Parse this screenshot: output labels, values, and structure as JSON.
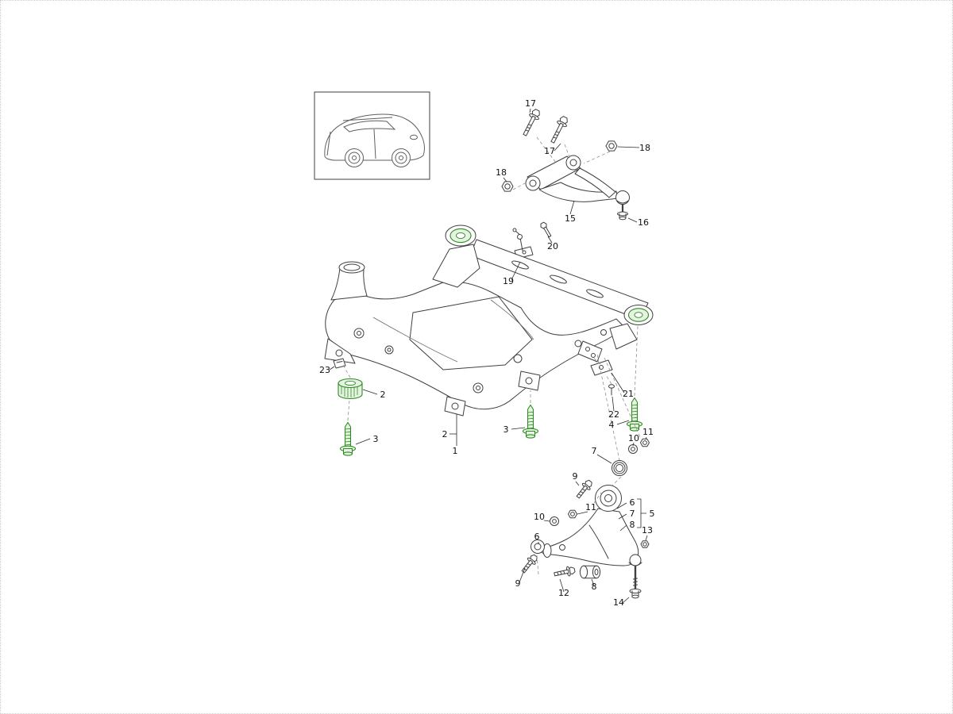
{
  "page": {
    "background": "#ffffff"
  },
  "diagram": {
    "kind": "exploded-parts-diagram",
    "subject": "front axle subframe with upper and lower control arms",
    "highlight_color": "#2e8b22",
    "highlight_fill": "#e7f3e2",
    "line_color": "#3f3f3f",
    "highlighted_refs": [
      "2",
      "3",
      "4"
    ]
  },
  "callouts": [
    {
      "label": "17"
    },
    {
      "label": "17"
    },
    {
      "label": "18"
    },
    {
      "label": "18"
    },
    {
      "label": "15"
    },
    {
      "label": "16"
    },
    {
      "label": "20"
    },
    {
      "label": "19"
    },
    {
      "label": "23"
    },
    {
      "label": "2"
    },
    {
      "label": "3"
    },
    {
      "label": "3"
    },
    {
      "label": "2"
    },
    {
      "label": "1"
    },
    {
      "label": "4"
    },
    {
      "label": "21"
    },
    {
      "label": "22"
    },
    {
      "label": "10"
    },
    {
      "label": "11"
    },
    {
      "label": "7"
    },
    {
      "label": "9"
    },
    {
      "label": "11"
    },
    {
      "label": "10"
    },
    {
      "label": "6"
    },
    {
      "label": "7"
    },
    {
      "label": "8"
    },
    {
      "label": "5"
    },
    {
      "label": "13"
    },
    {
      "label": "6"
    },
    {
      "label": "9"
    },
    {
      "label": "12"
    },
    {
      "label": "8"
    },
    {
      "label": "14"
    }
  ]
}
